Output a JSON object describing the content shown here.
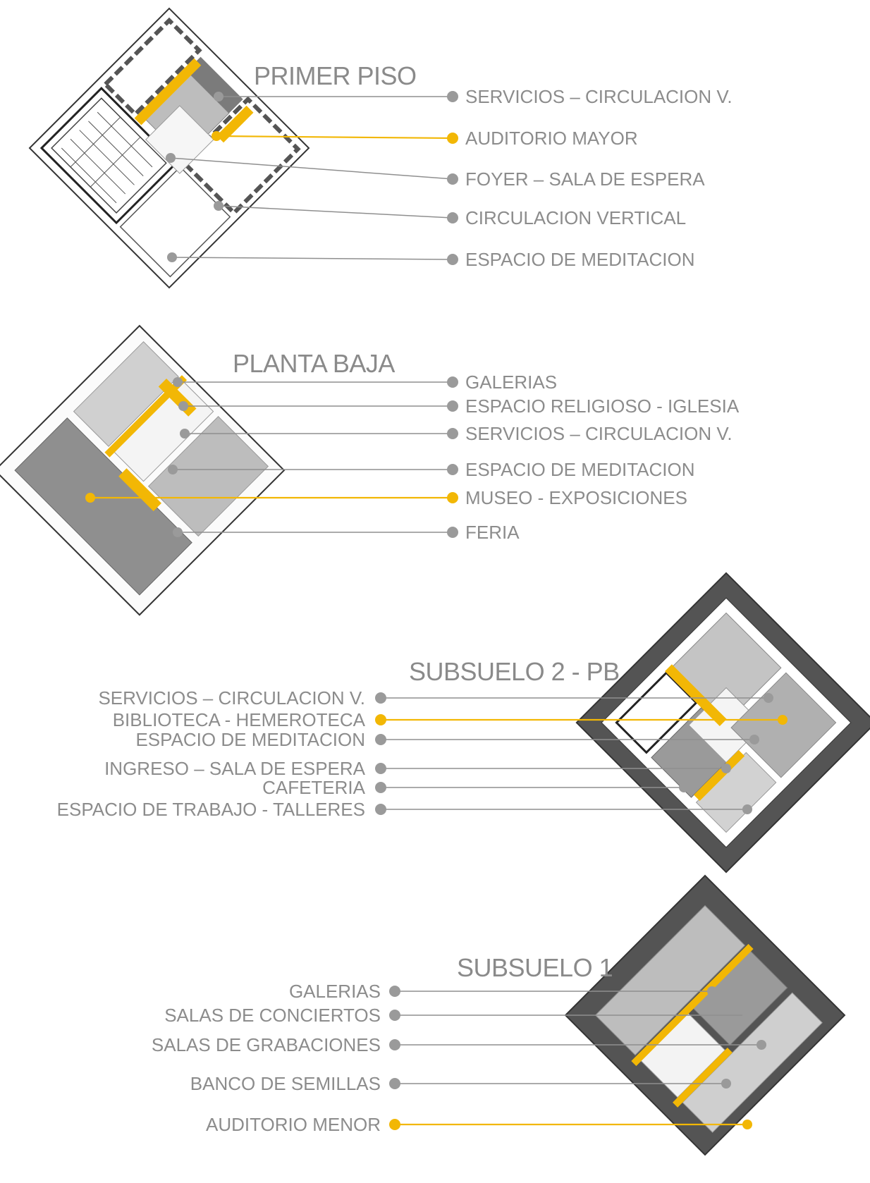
{
  "colors": {
    "accent": "#f2b705",
    "line_gray": "#8f8f8f",
    "dot_gray": "#9a9a9a",
    "text_gray": "#8c8c8c",
    "dark_site": "#555555"
  },
  "sections": [
    {
      "title": "PRIMER PISO",
      "labels": [
        {
          "text": "SERVICIOS – CIRCULACION V.",
          "accent": false
        },
        {
          "text": "AUDITORIO MAYOR",
          "accent": true
        },
        {
          "text": "FOYER – SALA DE ESPERA",
          "accent": false
        },
        {
          "text": "CIRCULACION VERTICAL",
          "accent": false
        },
        {
          "text": "ESPACIO DE MEDITACION",
          "accent": false
        }
      ]
    },
    {
      "title": "PLANTA BAJA",
      "labels": [
        {
          "text": "GALERIAS",
          "accent": false
        },
        {
          "text": "ESPACIO RELIGIOSO - IGLESIA",
          "accent": false
        },
        {
          "text": "SERVICIOS – CIRCULACION V.",
          "accent": false
        },
        {
          "text": "ESPACIO DE MEDITACION",
          "accent": false
        },
        {
          "text": "MUSEO - EXPOSICIONES",
          "accent": true
        },
        {
          "text": "FERIA",
          "accent": false
        }
      ]
    },
    {
      "title": "SUBSUELO 2 - PB",
      "labels": [
        {
          "text": "SERVICIOS – CIRCULACION V.",
          "accent": false
        },
        {
          "text": "BIBLIOTECA - HEMEROTECA",
          "accent": true
        },
        {
          "text": "ESPACIO DE MEDITACION",
          "accent": false
        },
        {
          "text": "INGRESO – SALA DE ESPERA",
          "accent": false
        },
        {
          "text": "CAFETERIA",
          "accent": false
        },
        {
          "text": "ESPACIO DE TRABAJO - TALLERES",
          "accent": false
        }
      ]
    },
    {
      "title": "SUBSUELO 1",
      "labels": [
        {
          "text": "GALERIAS",
          "accent": false
        },
        {
          "text": "SALAS DE CONCIERTOS",
          "accent": false
        },
        {
          "text": "SALAS DE GRABACIONES",
          "accent": false
        },
        {
          "text": "BANCO DE SEMILLAS",
          "accent": false
        },
        {
          "text": "AUDITORIO MENOR",
          "accent": true
        }
      ]
    }
  ]
}
